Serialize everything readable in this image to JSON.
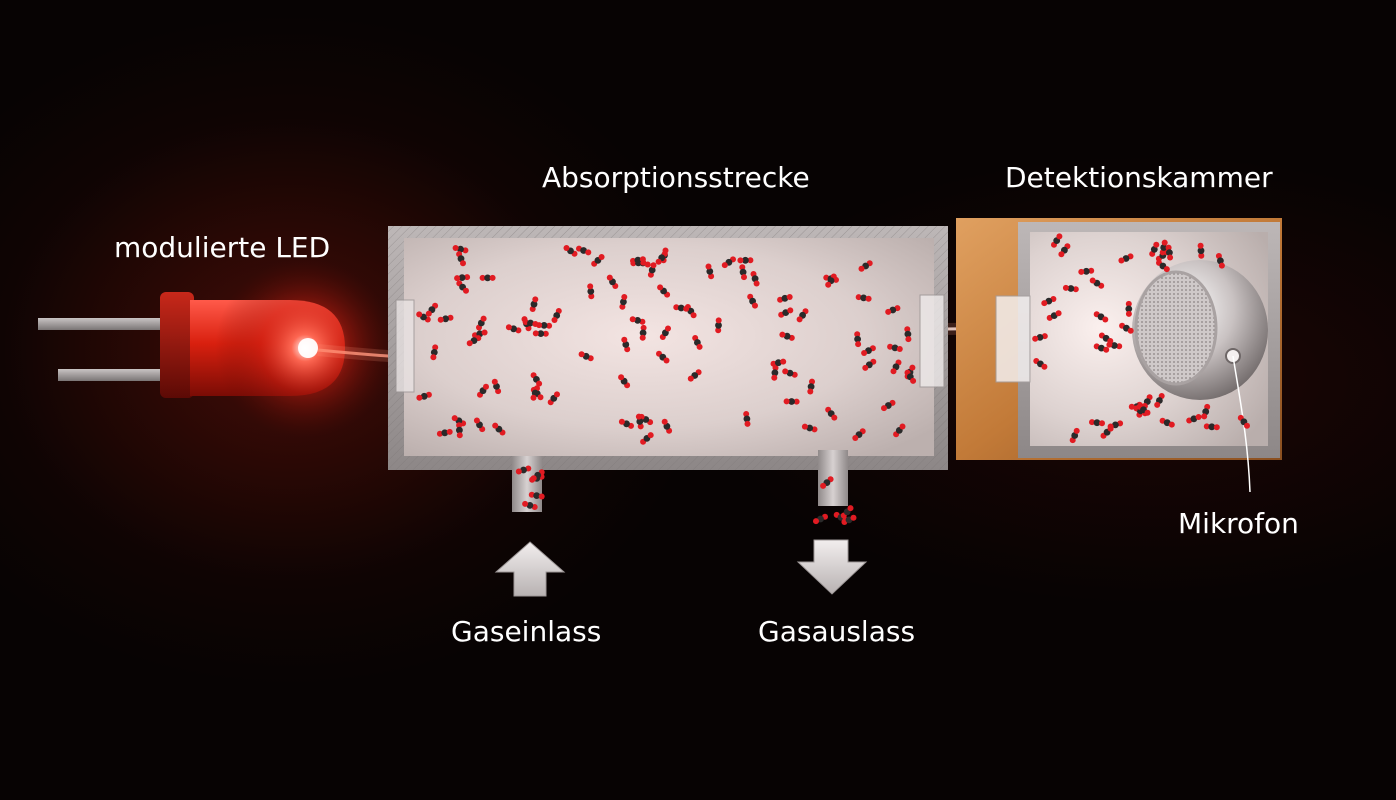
{
  "labels": {
    "led": "modulierte LED",
    "absorption": "Absorptionsstrecke",
    "detection": "Detektionskammer",
    "microphone": "Mikrofon",
    "gas_inlet": "Gaseinlass",
    "gas_outlet": "Gasauslass"
  },
  "colors": {
    "background": "#070303",
    "led_red": "#e0261a",
    "beam": "#ffd8cc",
    "chamber_frame": "#a8a2a2",
    "chamber_inside": "#d6cccc",
    "detection_housing": "#c07a3a",
    "molecule_red": "#e11b22",
    "molecule_dark": "#2a2a2a"
  },
  "icons": {
    "led": "led-icon",
    "microphone": "microphone-icon",
    "arrow_in": "arrow-up-icon",
    "arrow_out": "arrow-down-icon"
  }
}
